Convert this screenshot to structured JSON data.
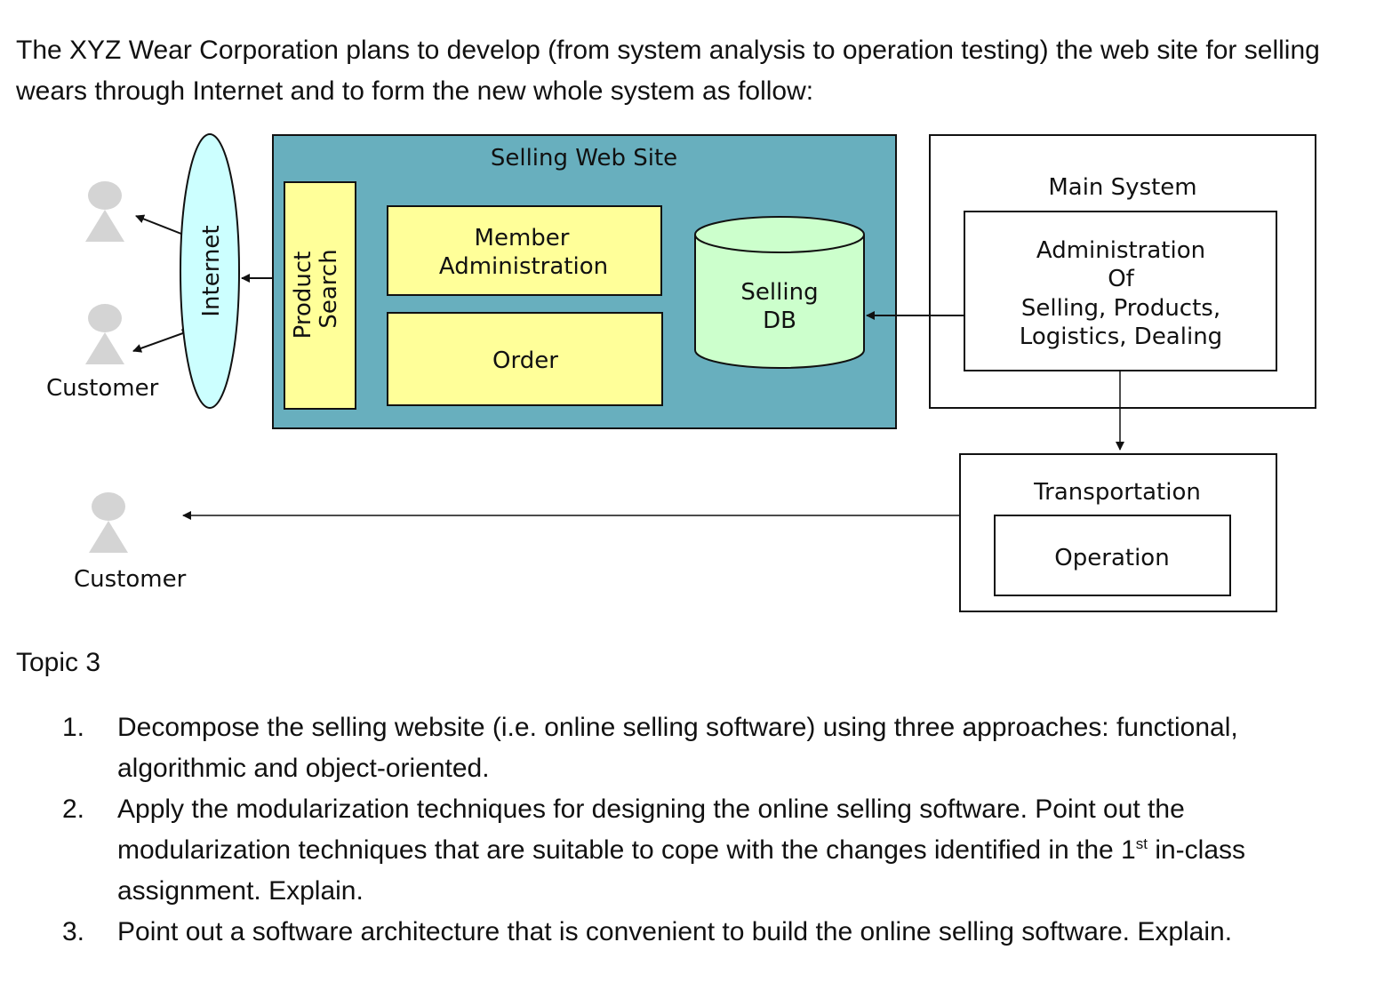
{
  "intro": "The XYZ Wear Corporation plans to develop (from system analysis to operation testing) the web site for selling wears through Internet and to form the new whole system as follow:",
  "diagram": {
    "customer_label_top": "Customer",
    "customer_label_bottom": "Customer",
    "internet": "Internet",
    "product_search_line1": "Product",
    "product_search_line2": "Search",
    "site_title": "Selling Web Site",
    "member_line1": "Member",
    "member_line2": "Administration",
    "order": "Order",
    "db_line1": "Selling",
    "db_line2": "DB",
    "main_system": "Main System",
    "admin_line1": "Administration",
    "admin_line2": "Of",
    "admin_line3": "Selling, Products,",
    "admin_line4": "Logistics, Dealing",
    "transportation": "Transportation",
    "operation": "Operation",
    "colors": {
      "site_bg": "#68afbe",
      "module_bg": "#ffff99",
      "db_bg": "#ccffcc",
      "internet_bg": "#ccffff",
      "person": "#d4d4d4"
    }
  },
  "topic": "Topic 3",
  "questions": [
    {
      "num": "1.",
      "text": "Decompose the selling website (i.e. online selling software) using three approaches: functional, algorithmic and object-oriented."
    },
    {
      "num": "2.",
      "text_before": "Apply the modularization techniques for designing the online selling software. Point out the modularization techniques that are suitable to cope with the changes identified in the 1",
      "sup": "st",
      "text_after": " in-class assignment. Explain."
    },
    {
      "num": "3.",
      "text": "Point out a software architecture that is convenient to build the online selling software. Explain."
    }
  ]
}
